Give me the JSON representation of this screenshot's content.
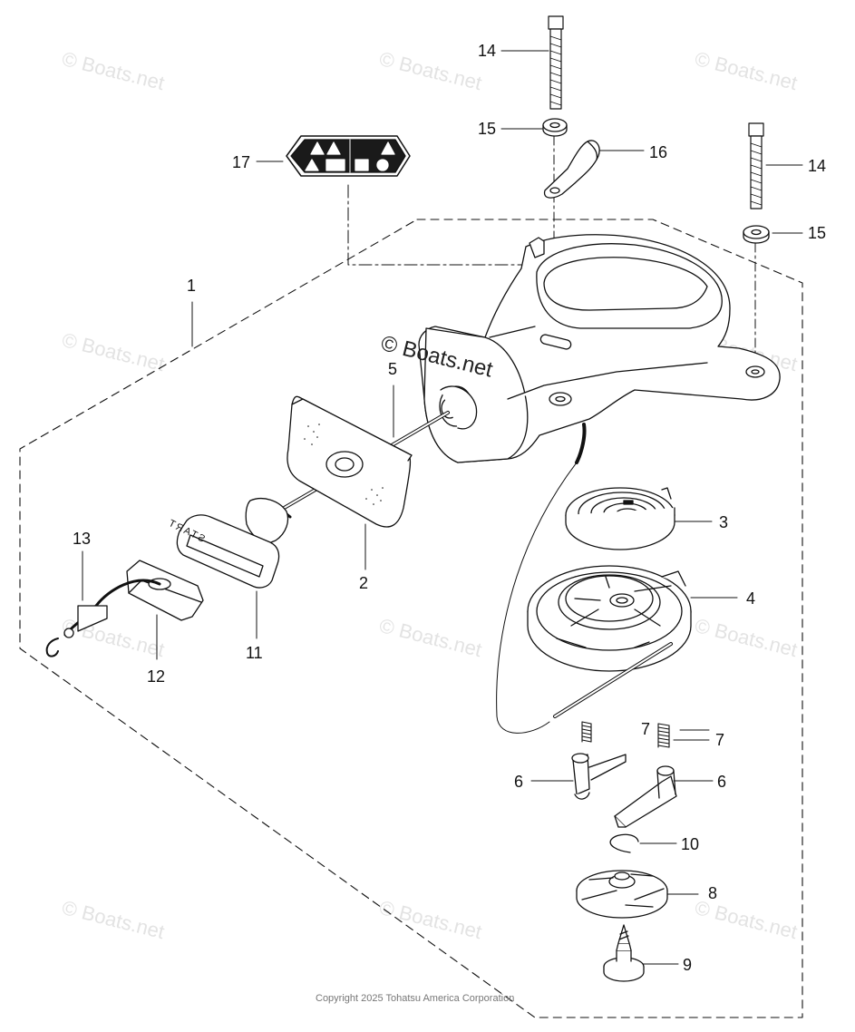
{
  "watermark": {
    "text": "© Boats.net"
  },
  "center_watermark": {
    "text": "© Boats.net"
  },
  "copyright": "Copyright 2025 Tohatsu America Corporation",
  "callouts": {
    "c1": "1",
    "c2": "2",
    "c3": "3",
    "c4": "4",
    "c5": "5",
    "c6a": "6",
    "c6b": "6",
    "c7a": "7",
    "c7b": "7",
    "c8": "8",
    "c9": "9",
    "c10": "10",
    "c11": "11",
    "c12": "12",
    "c13": "13",
    "c14a": "14",
    "c14b": "14",
    "c15a": "15",
    "c15b": "15",
    "c16": "16",
    "c17": "17"
  },
  "handle_text": "START",
  "colors": {
    "line": "#111111",
    "watermark": "#e3e3e3"
  }
}
